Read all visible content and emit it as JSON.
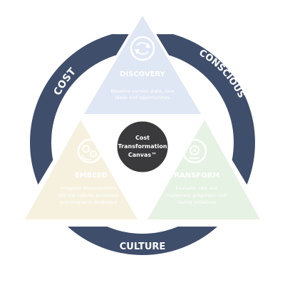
{
  "ring": {
    "labels": {
      "cost": "COST",
      "conscious": "CONSCIOUS",
      "culture": "CULTURE"
    }
  },
  "center": {
    "lines": [
      "Cost",
      "Transformation",
      "Canvas™"
    ]
  },
  "sections": [
    {
      "id": "discovery",
      "title": "DISCOVERY",
      "desc": [
        "Baseline current state, new",
        "ideas and opportunities"
      ],
      "icon": "refresh-cycle-icon"
    },
    {
      "id": "embeed",
      "title": "EMBEED",
      "desc": [
        "Integrate improvements",
        "into the culture, processes",
        "and long-term strategies"
      ],
      "icon": "gears-cycle-icon"
    },
    {
      "id": "transform",
      "title": "TRANSFORM",
      "desc": [
        "Evaluate, test and",
        "implement pragmatic cost",
        "saving initiatives"
      ],
      "icon": "gear-target-icon"
    }
  ],
  "colors": {
    "ring": "#3f4e6b",
    "center": "#3a3a3c",
    "discovery": "#dfe6f4",
    "embeed": "#f6f1df",
    "transform": "#e6f2e3"
  }
}
